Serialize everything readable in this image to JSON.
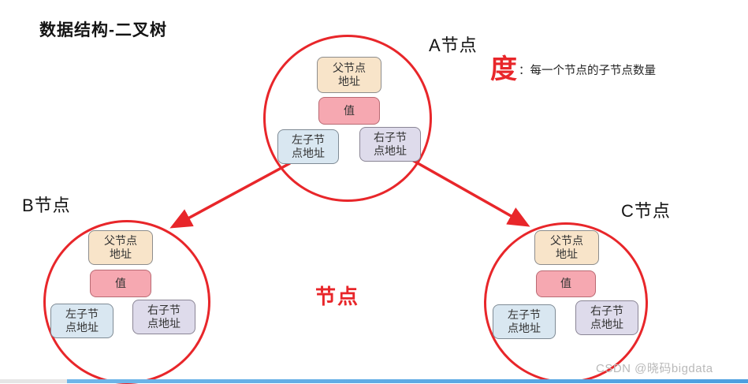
{
  "page": {
    "title": "数据结构-二叉树",
    "watermark": "CSDN @晓码bigdata",
    "colors": {
      "accent_red": "#e8262a",
      "parent_box_fill": "#f8e4c9",
      "value_box_fill": "#f6a8b1",
      "left_box_fill": "#d9e7f1",
      "right_box_fill": "#dedbeb",
      "progress_blue": "#4c9fe0"
    }
  },
  "degree": {
    "term": "度",
    "definition": "：每一个节点的子节点数量"
  },
  "center_label": "节点",
  "node_labels": {
    "a": "A节点",
    "b": "B节点",
    "c": "C节点"
  },
  "node_fields": {
    "parent": "父节点\n地址",
    "value": "值",
    "left": "左子节\n点地址",
    "right": "右子节\n点地址"
  }
}
